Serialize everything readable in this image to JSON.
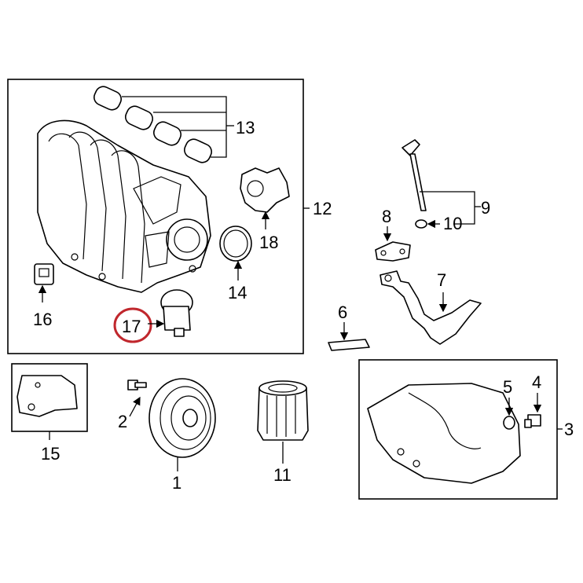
{
  "callouts": {
    "c1": "1",
    "c2": "2",
    "c3": "3",
    "c4": "4",
    "c5": "5",
    "c6": "6",
    "c7": "7",
    "c8": "8",
    "c9": "9",
    "c10": "10",
    "c11": "11",
    "c12": "12",
    "c13": "13",
    "c14": "14",
    "c15": "15",
    "c16": "16",
    "c17": "17",
    "c18": "18"
  },
  "highlighted_callout": "17",
  "colors": {
    "line": "#000000",
    "background": "#ffffff",
    "highlight": "#c0272d"
  }
}
